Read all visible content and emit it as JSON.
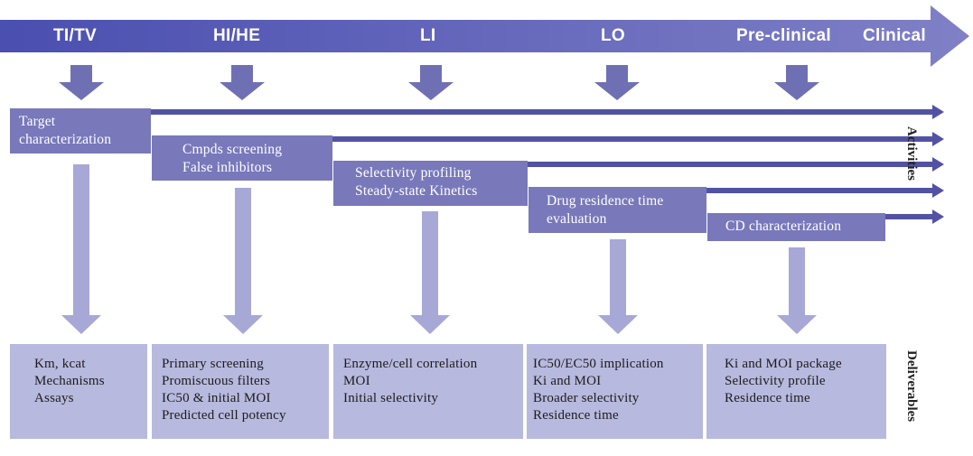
{
  "stages": [
    "TI/TV",
    "HI/HE",
    "LI",
    "LO",
    "Pre-clinical",
    "Clinical"
  ],
  "activities": [
    [
      "Target",
      "characterization"
    ],
    [
      "Cmpds screening",
      "False inhibitors"
    ],
    [
      "Selectivity profiling",
      "Steady-state Kinetics"
    ],
    [
      "Drug residence time",
      "evaluation"
    ],
    [
      "CD characterization"
    ]
  ],
  "deliverables": [
    [
      "Km, kcat",
      "Mechanisms",
      "Assays"
    ],
    [
      "Primary screening",
      "Promiscuous filters",
      "IC50 & initial MOI",
      "Predicted cell potency"
    ],
    [
      "Enzyme/cell correlation",
      "MOI",
      "Initial selectivity"
    ],
    [
      "IC50/EC50 implication",
      "Ki and MOI",
      "Broader selectivity",
      "Residence time"
    ],
    [
      "Ki and MOI package",
      "Selectivity profile",
      "Residence time"
    ]
  ],
  "side_labels": {
    "activities": "Activities",
    "deliverables": "Deliverables"
  },
  "colors": {
    "top_arrow_left": "#4a4fb0",
    "top_arrow_right": "#8080c6",
    "activity_box": "#7878bb",
    "deliverable_box": "#b8b9de",
    "down_arrow": "#a7a8d6",
    "stage_arrow": "#6f70b4",
    "timeline_arrow": "#5252a4"
  }
}
